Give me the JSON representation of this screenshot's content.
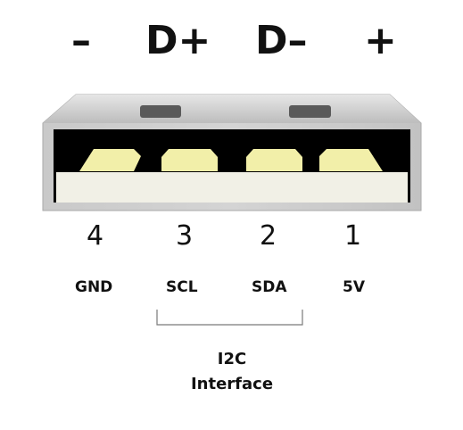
{
  "signals": [
    {
      "label": "–"
    },
    {
      "label": "D+"
    },
    {
      "label": "D–"
    },
    {
      "label": "+"
    }
  ],
  "pins": [
    {
      "number": "4",
      "function": "GND"
    },
    {
      "number": "3",
      "function": "SCL"
    },
    {
      "number": "2",
      "function": "SDA"
    },
    {
      "number": "1",
      "function": "5V"
    }
  ],
  "group": {
    "line1": "I2C",
    "line2": "Interface"
  },
  "colors": {
    "shell": "#c4c4c4",
    "shell_light": "#dcdcdc",
    "cavity": "#000000",
    "tongue": "#f1f0e6",
    "contact": "#f2efa9",
    "latch": "#595959",
    "bracket": "#7a7a7a"
  },
  "icons": {
    "connector": "usb-type-a-socket-icon"
  }
}
